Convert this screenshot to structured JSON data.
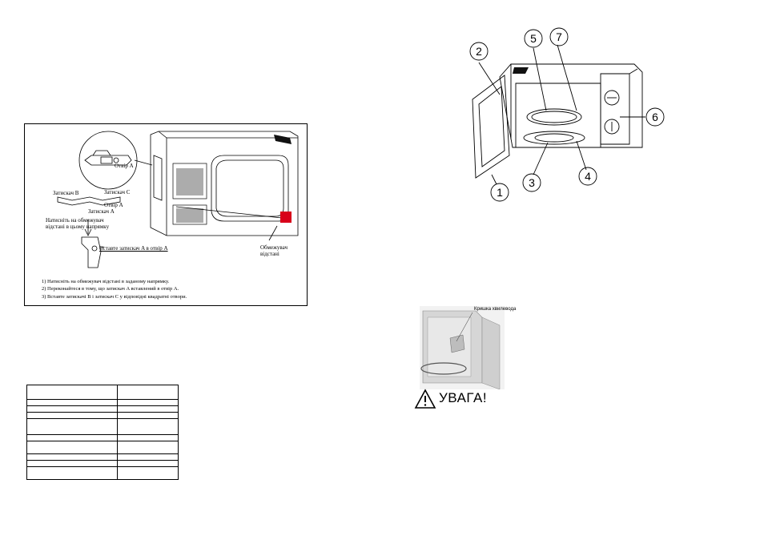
{
  "left_page": {
    "figure_labels": {
      "hole_a": "Отвір A",
      "latch_b": "Затискач B",
      "latch_c": "Затискач C",
      "hole_a2": "Отвір A",
      "latch_a": "Затискач A",
      "push_note": "Натисніть на обмежувач відстані в цьому напрямку",
      "insert_note": "Вставте затискач A в отвір A",
      "limiter": "Обмежувач відстані"
    },
    "steps": [
      "1) Натисніть на обмежувач відстані в заданому напрямку.",
      "2) Переконайтеся в тому, що затискач A вставлений в отвір A.",
      "3) Вставте затискачі В і затискач С у відповідні квадратні отвори."
    ],
    "spec_table_rows": 10
  },
  "right_page": {
    "part_numbers": [
      "1",
      "2",
      "3",
      "4",
      "5",
      "6",
      "7"
    ],
    "cover_label": "Кришка хвилевода",
    "warning_title": "УВАГА!"
  }
}
